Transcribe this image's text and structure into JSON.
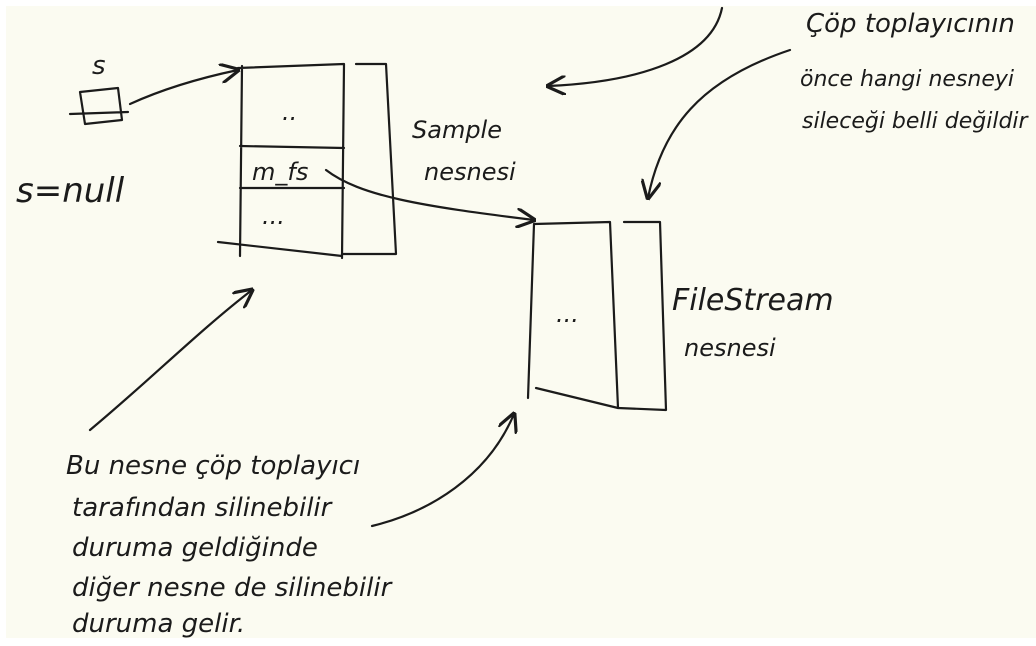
{
  "colors": {
    "paper": "#fbfbf1",
    "ink": "#1b1b1b"
  },
  "diagram": {
    "variable": {
      "name": "s",
      "assignment": "s=null"
    },
    "sample_object": {
      "cells": [
        "..",
        "m_fs",
        "..."
      ],
      "label_line1": "Sample",
      "label_line2": "nesnesi"
    },
    "filestream_object": {
      "cell": "...",
      "label_line1": "FileStream",
      "label_line2": "nesnesi"
    },
    "gc_note_lines": [
      "Çöp toplayıcının",
      "önce hangi nesneyi",
      "sileceği belli değildir"
    ],
    "bottom_note_lines": [
      "Bu nesne çöp toplayıcı",
      "tarafından silinebilir",
      "duruma geldiğinde",
      "diğer nesne de silinebilir",
      "duruma gelir."
    ]
  }
}
